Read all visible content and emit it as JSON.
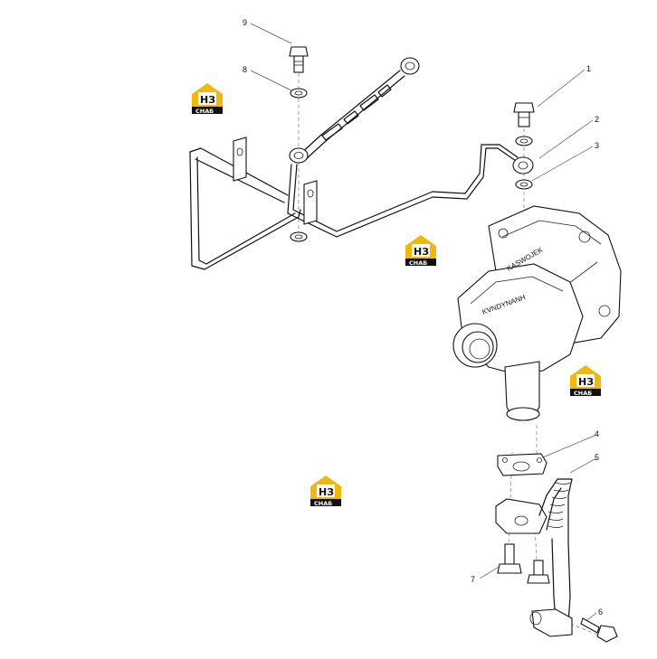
{
  "callouts": [
    "1",
    "2",
    "3",
    "4",
    "5",
    "6",
    "7",
    "8",
    "9"
  ],
  "watermark": {
    "letters": "НЗ",
    "subtext": "СНАБ",
    "accent_color": "#f5b800",
    "dark_color": "#111111"
  },
  "turbo_housing_text": [
    "KASWOJEK",
    "KVNDYNANH"
  ]
}
